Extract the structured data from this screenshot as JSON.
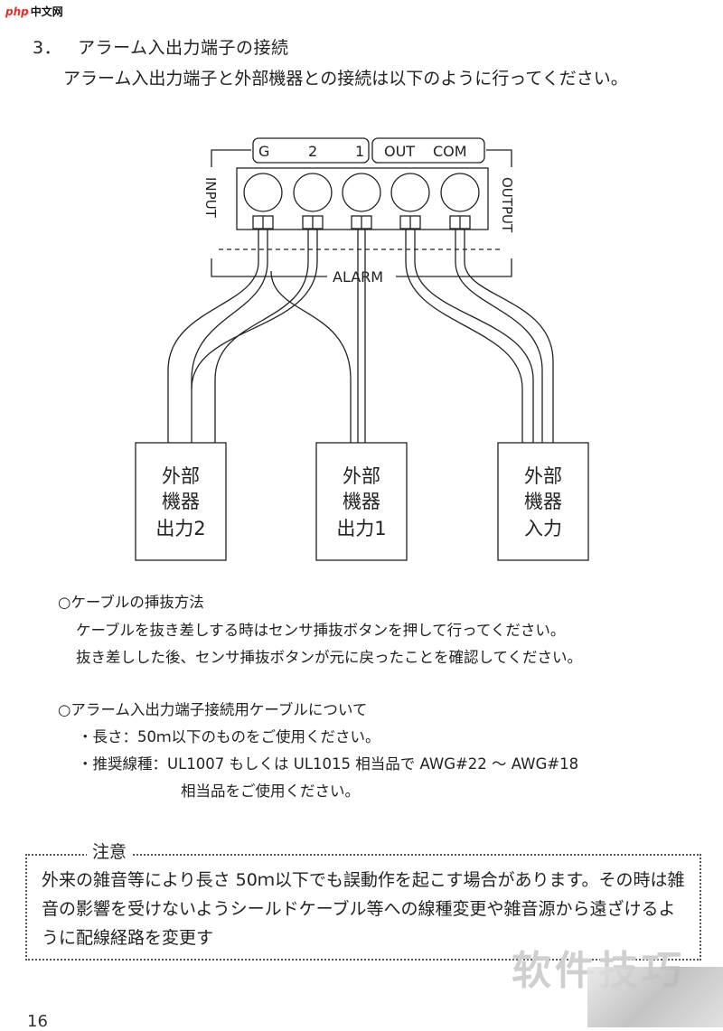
{
  "logo": {
    "mark": "php",
    "text": "中文网"
  },
  "heading": {
    "number": "3．",
    "title": "アラーム入出力端子の接続"
  },
  "intro": "アラーム入出力端子と外部機器との接続は以下のように行ってください。",
  "diagram": {
    "input_labels": [
      "G",
      "2",
      "1"
    ],
    "output_labels": [
      "OUT",
      "COM"
    ],
    "side_input": "INPUT",
    "side_output": "OUTPUT",
    "alarm": "ALARM",
    "boxes": [
      {
        "line1": "外部",
        "line2": "機器",
        "line3": "出力2"
      },
      {
        "line1": "外部",
        "line2": "機器",
        "line3": "出力1"
      },
      {
        "line1": "外部",
        "line2": "機器",
        "line3": "入力"
      }
    ]
  },
  "notes": {
    "title": "○ケーブルの挿抜方法",
    "line1": "ケーブルを抜き差しする時はセンサ挿抜ボタンを押して行ってください。",
    "line2": "抜き差しした後、センサ挿抜ボタンが元に戻ったことを確認してください。"
  },
  "cable": {
    "title": "○アラーム入出力端子接続用ケーブルについて",
    "length": "・長さ：50ｍ以下のものをご使用ください。",
    "type": "・推奨線種：UL1007 もしくは UL1015 相当品で AWG#22 ～ AWG#18",
    "type_cont": "相当品をご使用ください。"
  },
  "caution": {
    "title": "注意",
    "text": "外来の雑音等により長さ 50ｍ以下でも誤動作を起こす場合があります。その時は雑音の影響を受けないようシールドケーブル等への線種変更や雑音源から遠ざけるように配線経路を変更す"
  },
  "watermark": "软件技巧",
  "page_number": "16"
}
